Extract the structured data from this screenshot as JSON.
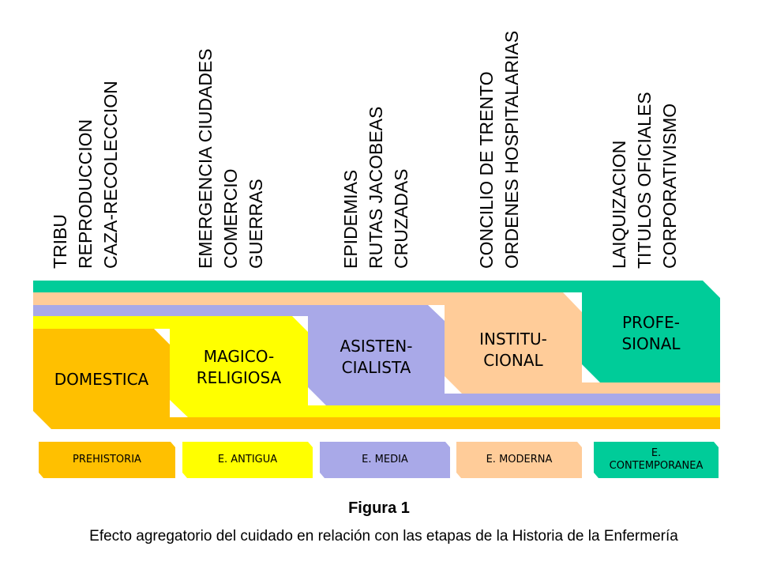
{
  "columns": [
    {
      "lines": [
        "TRIBU",
        "REPRODUCCION",
        "CAZA-RECOLECCION"
      ]
    },
    {
      "lines": [
        "EMERGENCIA CIUDADES",
        "COMERCIO",
        "GUERRAS"
      ]
    },
    {
      "lines": [
        "EPIDEMIAS",
        "RUTAS JACOBEAS",
        "CRUZADAS"
      ]
    },
    {
      "lines": [
        "CONCILIO DE TRENTO",
        "ORDENES HOSPITALARIAS"
      ]
    },
    {
      "lines": [
        "LAIQUIZACION",
        "TITULOS OFICIALES",
        "CORPORATIVISMO"
      ]
    }
  ],
  "stages": [
    {
      "line1": "DOMESTICA",
      "line2": "",
      "color": "#FFC000"
    },
    {
      "line1": "MAGICO-",
      "line2": "RELIGIOSA",
      "color": "#FFFF00"
    },
    {
      "line1": "ASISTEN-",
      "line2": "CIALISTA",
      "color": "#A9A9E8"
    },
    {
      "line1": "INSTITU-",
      "line2": "CIONAL",
      "color": "#FFCC99"
    },
    {
      "line1": "PROFE-",
      "line2": "SIONAL",
      "color": "#00CC99"
    }
  ],
  "periods": [
    {
      "line1": "PREHISTORIA",
      "line2": ""
    },
    {
      "line1": "E. ANTIGUA",
      "line2": ""
    },
    {
      "line1": "E. MEDIA",
      "line2": ""
    },
    {
      "line1": "E. MODERNA",
      "line2": ""
    },
    {
      "line1": "E.",
      "line2": "CONTEMPORANEA"
    }
  ],
  "caption": {
    "title": "Figura 1",
    "text": "Efecto agregatorio del cuidado en relación con las etapas de la Historia de la Enfermería"
  }
}
